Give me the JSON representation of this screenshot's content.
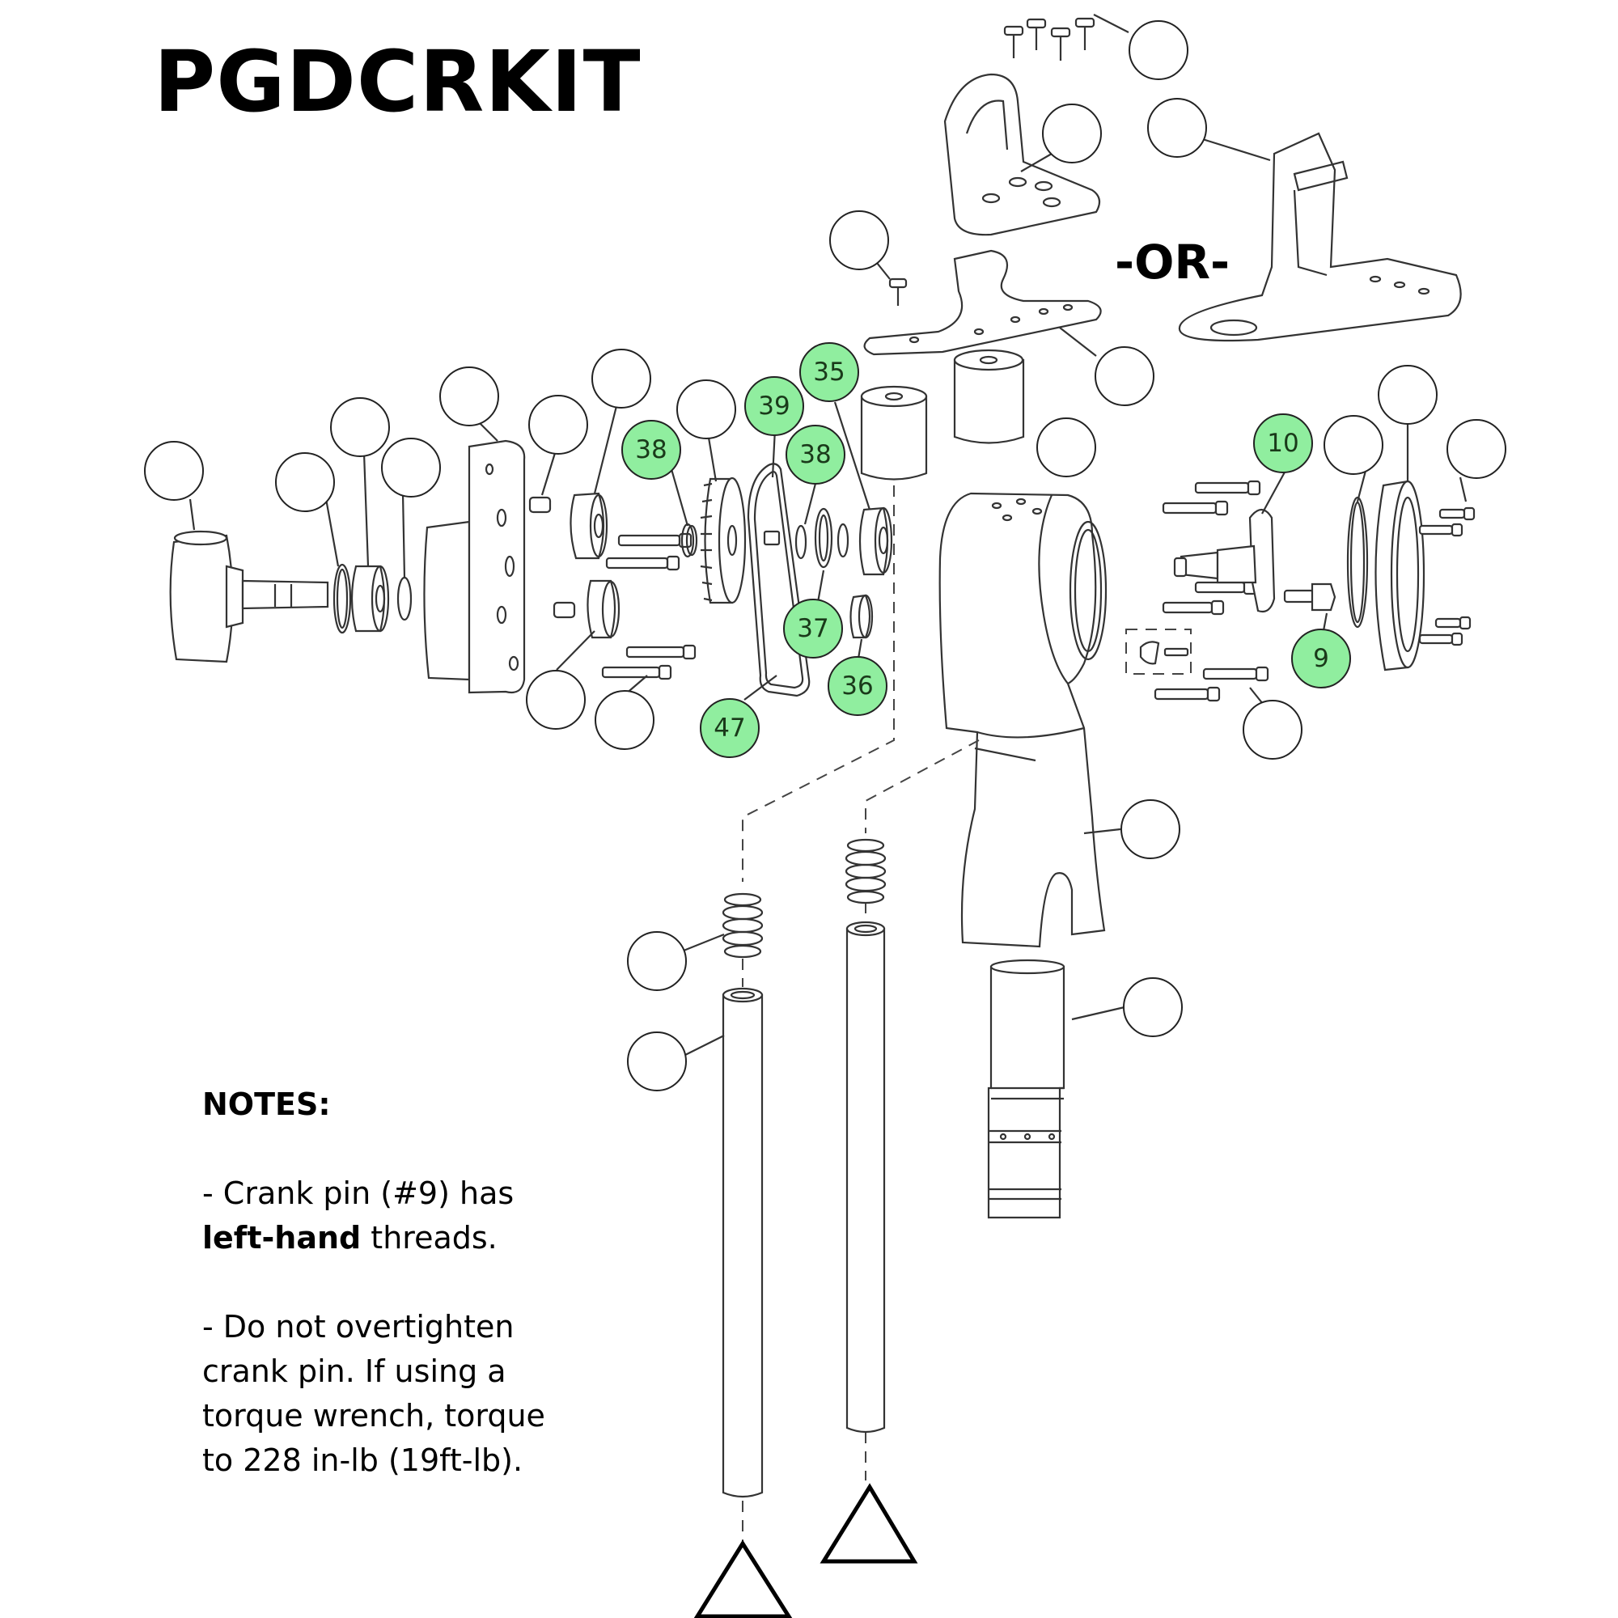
{
  "title": "PGDCRKIT",
  "or_label": "-OR-",
  "notes": {
    "heading": "NOTES:",
    "note1_pre": "- Crank pin (#9) has ",
    "note1_bold": "left-hand",
    "note1_post": " threads.",
    "note2": "- Do not overtighten crank pin. If using a torque wrench, torque to 228 in-lb (19ft-lb)."
  },
  "colors": {
    "highlight_fill": "#90ee9f",
    "line": "#333333",
    "text": "#000000"
  },
  "callouts": [
    {
      "id": "c-top-screws",
      "label": ""
    },
    {
      "id": "c-handle",
      "label": ""
    },
    {
      "id": "c-alt-handle",
      "label": ""
    },
    {
      "id": "c-small-screw",
      "label": ""
    },
    {
      "id": "c-plate",
      "label": ""
    },
    {
      "id": "c-35",
      "label": "35"
    },
    {
      "id": "c-39",
      "label": "39"
    },
    {
      "id": "c-38a",
      "label": "38"
    },
    {
      "id": "c-38b",
      "label": "38"
    },
    {
      "id": "c-37",
      "label": "37"
    },
    {
      "id": "c-36",
      "label": "36"
    },
    {
      "id": "c-47",
      "label": "47"
    },
    {
      "id": "c-10",
      "label": "10"
    },
    {
      "id": "c-9",
      "label": "9"
    },
    {
      "id": "c-motor",
      "label": ""
    },
    {
      "id": "c-ring",
      "label": ""
    },
    {
      "id": "c-bearing-left",
      "label": ""
    },
    {
      "id": "c-clip-left",
      "label": ""
    },
    {
      "id": "c-housing-plate",
      "label": ""
    },
    {
      "id": "c-pin",
      "label": ""
    },
    {
      "id": "c-bearing-mid",
      "label": ""
    },
    {
      "id": "c-gear",
      "label": ""
    },
    {
      "id": "c-bushing-low",
      "label": ""
    },
    {
      "id": "c-screws-low",
      "label": ""
    },
    {
      "id": "c-spacer",
      "label": ""
    },
    {
      "id": "c-oring",
      "label": ""
    },
    {
      "id": "c-cap",
      "label": ""
    },
    {
      "id": "c-cap-screws",
      "label": ""
    },
    {
      "id": "c-side-screws",
      "label": ""
    },
    {
      "id": "c-body",
      "label": ""
    },
    {
      "id": "c-cylinder",
      "label": ""
    },
    {
      "id": "c-spring",
      "label": ""
    },
    {
      "id": "c-rod",
      "label": ""
    }
  ]
}
